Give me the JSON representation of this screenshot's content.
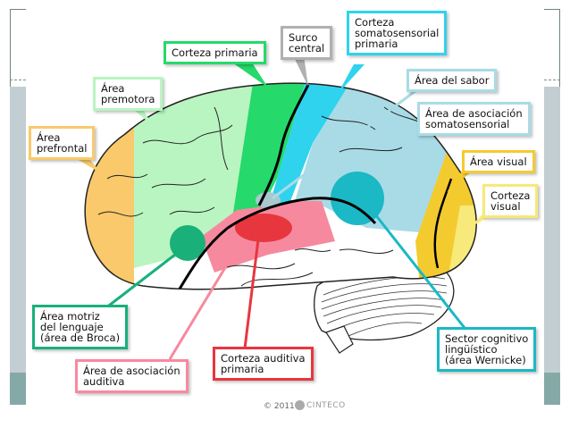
{
  "title": "Áreas funcionales de la corteza cerebral",
  "labels": {
    "corteza_primaria": "Corteza primaria",
    "surco_central": [
      "Surco",
      "central"
    ],
    "corteza_somatosensorial": [
      "Corteza",
      "somatosensorial",
      "primaria"
    ],
    "area_sabor": "Área del sabor",
    "area_asociacion_somatosensorial": [
      "Área de asociación",
      "somatosensorial"
    ],
    "area_premotora": [
      "Área",
      "premotora"
    ],
    "area_prefrontal": [
      "Área",
      "prefrontal"
    ],
    "area_visual": "Área visual",
    "corteza_visual": [
      "Corteza",
      "visual"
    ],
    "area_broca": [
      "Área motriz",
      "del lenguaje",
      "(área de Broca)"
    ],
    "area_asociacion_auditiva": [
      "Área de asociación",
      "auditiva"
    ],
    "corteza_auditiva": [
      "Corteza auditiva",
      "primaria"
    ],
    "wernicke": [
      "Sector cognitivo",
      "lingüístico",
      "(área Wernicke)"
    ]
  },
  "footer": {
    "copyright": "© 2011",
    "brand": "CINTECO"
  },
  "colors": {
    "prefrontal": "#f9c96b",
    "premotora": "#b9f5c0",
    "primaria": "#26d96b",
    "somatosensorial": "#2fd3ee",
    "asociacion_somato": "#a9dbe6",
    "visual": "#f4cb2f",
    "corteza_visual": "#f7e97a",
    "broca": "#19b07a",
    "auditiva_asoc": "#f7899f",
    "auditiva_prim": "#e8363f",
    "wernicke": "#1bb8c6",
    "surco": "#b0b0b0"
  }
}
